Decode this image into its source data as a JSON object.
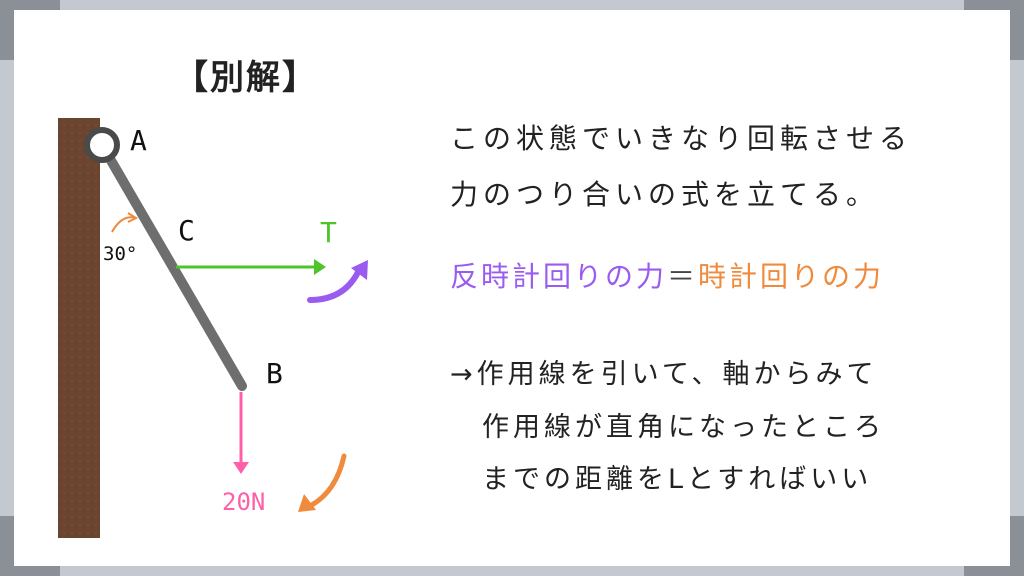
{
  "title": "【別解】",
  "labels": {
    "A": "A",
    "B": "B",
    "C": "C",
    "T": "T",
    "angle": "30°",
    "weight": "20N"
  },
  "explanation": {
    "line1": "この状態でいきなり回転させる",
    "line2": "力のつり合いの式を立てる。"
  },
  "equation": {
    "ccw": "反時計回りの力",
    "sign": "＝",
    "cw": "時計回りの力"
  },
  "note": {
    "line1": "→作用線を引いて、軸からみて",
    "line2": "作用線が直角になったところ",
    "line3": "までの距離をLとすればいい"
  },
  "colors": {
    "wall": "#6b4530",
    "rod": "#6e6e6e",
    "tension": "#4cc42a",
    "weight": "#ff5fa8",
    "ccw": "#9a5cf0",
    "cw": "#f08a3c"
  }
}
